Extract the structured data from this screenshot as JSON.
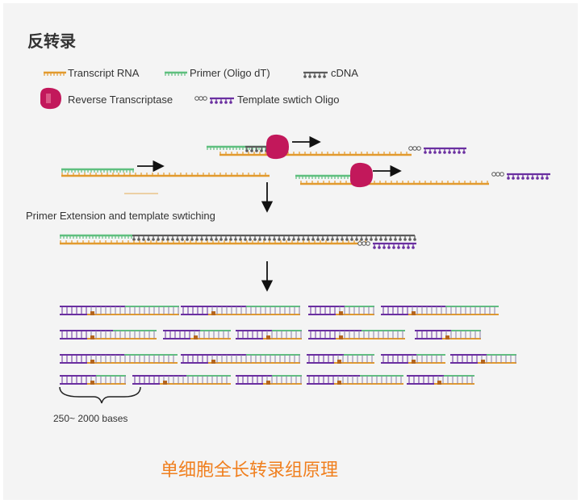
{
  "title": "反转录",
  "legend": [
    {
      "label": "Transcript RNA",
      "icon": "rna-strand-icon"
    },
    {
      "label": "Primer (Oligo dT)",
      "icon": "primer-strand-icon"
    },
    {
      "label": "cDNA",
      "icon": "cdna-strand-icon"
    },
    {
      "label": "Reverse Transcriptase",
      "icon": "enzyme-icon"
    },
    {
      "label": "Template swtich Oligo",
      "icon": "tso-strand-icon"
    }
  ],
  "step_label": "Primer Extension and template swtiching",
  "size_label": "250~ 2000 bases",
  "caption": "单细胞全长转录组原理",
  "colors": {
    "rna": "#e29a2e",
    "primer": "#5fbf7f",
    "cdna": "#5c5c5c",
    "tso": "#6a2fa0",
    "enzyme": "#c2185b",
    "caption": "#f07f1e",
    "text": "#333333",
    "panel": "#f4f4f4"
  }
}
